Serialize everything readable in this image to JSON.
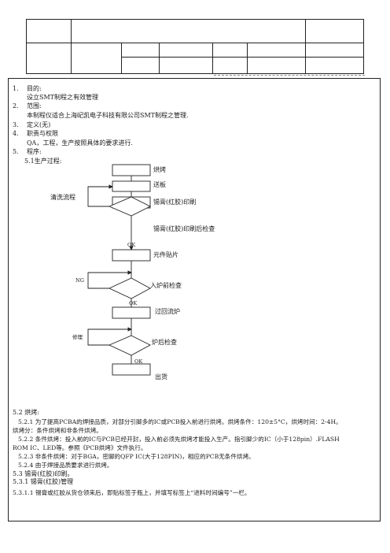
{
  "sections": [
    {
      "num": "1.",
      "title": "目的:",
      "body": "设立SMT制程之有效管理"
    },
    {
      "num": "2.",
      "title": "范围:",
      "body": "本制程仪适合上海屺凯电子科技有限公司SMT制程之管理."
    },
    {
      "num": "3.",
      "title": "定义(无)"
    },
    {
      "num": "4.",
      "title": "职责与权限",
      "body": "QA，工程，生产按照具体的要求进行."
    },
    {
      "num": "5.",
      "title": "程序:",
      "body": "5.1生产过程:"
    }
  ],
  "flowchart": {
    "steps": [
      "烘烤",
      "送板",
      "锡膏(红胶)印刷",
      "锡膏(红胶)印刷后检查",
      "元件贴片",
      "入炉前检查",
      "过回流炉",
      "炉后检查",
      "出货"
    ],
    "loop_labels": {
      "clean": "清洗流程",
      "ng": "NG",
      "repair": "修理"
    },
    "ok_labels": [
      "OK",
      "OK",
      "OK"
    ]
  },
  "para_5_2": {
    "heading": "5.2 烘烤:",
    "p1_line1": "5.2.1 为了提高PCBA的焊接品质，对部分引脚多的IC或PCB投入前进行烘烤。烘烤条件：120±5°C，烘烤时间：2-4H。",
    "p1_line2": "烘烤分：条件烘烤和非条件烘烤。",
    "p2_line1": "5.2.2 条件烘烤：投入前的IC与PCB已经开封，投入前必须先烘烤才能投入生产。指引脚少的IC（小于128pin）.FLASH",
    "p2_line2": "ROM IC、LED等。参照《PCB烘烤》文件执行。",
    "p3": "5.2.3 非条件烘烤：对于BGA，密脚的QFP IC(大于128PIN)，相应的PCB无条件烘烤。",
    "p4": "5.2.4 由于焊接品质要求进行烘烤。"
  },
  "para_5_3": {
    "heading": "5.3 锡膏(红胶)印刷。",
    "sub": "5.3.1 锡膏(红胶)管理",
    "p1": "5.3.1.1 锡膏或红胶从货仓领来后，即贴标签于瓶上，并填写标签上“进料时间编号”一栏。"
  }
}
